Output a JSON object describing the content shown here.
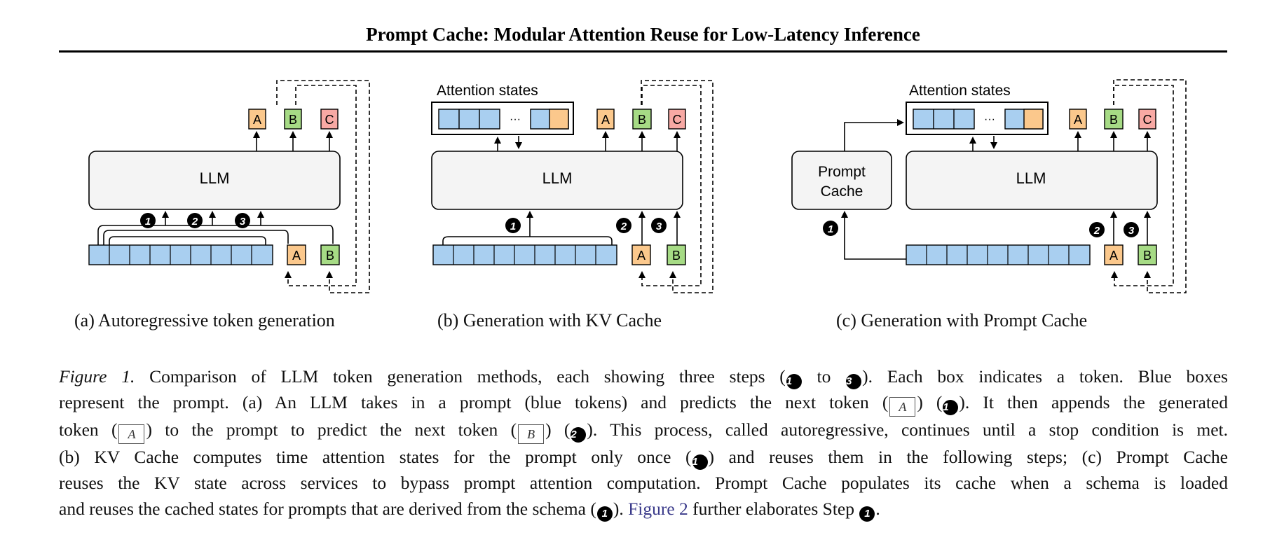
{
  "header": {
    "running_title": "Prompt Cache: Modular Attention Reuse for Low-Latency Inference"
  },
  "figure": {
    "colors": {
      "prompt_blue": "#a9cff0",
      "token_a": "#fbc88c",
      "token_b": "#a6db85",
      "token_c": "#f8a9a4",
      "llm_fill": "#f4f4f4"
    },
    "llm_label": "LLM",
    "attention_states_label": "Attention states",
    "prompt_cache_label_line1": "Prompt",
    "prompt_cache_label_line2": "Cache",
    "ellipsis": "···",
    "token_labels": {
      "a": "A",
      "b": "B",
      "c": "C"
    },
    "steps": {
      "one": "1",
      "two": "2",
      "three": "3"
    },
    "subcaptions": {
      "a": "(a) Autoregressive token generation",
      "b": "(b) Generation with KV Cache",
      "c": "(c) Generation with Prompt Cache"
    }
  },
  "caption": {
    "label": "Figure 1.",
    "l1_a": " Comparison of LLM token generation methods, each showing three steps (",
    "l1_b": " to ",
    "l1_c": "). Each box indicates a token. Blue boxes",
    "l2_a": "represent the prompt. (a) An LLM takes in a prompt (blue tokens) and predicts the next token (",
    "l2_b": ") (",
    "l2_c": "). It then appends the generated",
    "l3_a": "token (",
    "l3_b": ") to the prompt to predict the next token (",
    "l3_c": ") (",
    "l3_d": "). This process, called autoregressive, continues until a stop condition is met.",
    "l4_a": "(b) KV Cache computes time attention states for the prompt only once (",
    "l4_b": ") and reuses them in the following steps; (c) Prompt Cache",
    "l5": "reuses the KV state across services to bypass prompt attention computation. Prompt Cache populates its cache when a schema is loaded",
    "l6_a": "and reuses the cached states for prompts that are derived from the schema (",
    "l6_b": "). ",
    "figref": "Figure 2",
    "l6_c": " further elaborates Step ",
    "l6_d": ".",
    "tok_a": "A",
    "tok_b": "B",
    "step1": "1",
    "step2": "2",
    "step3": "3"
  }
}
